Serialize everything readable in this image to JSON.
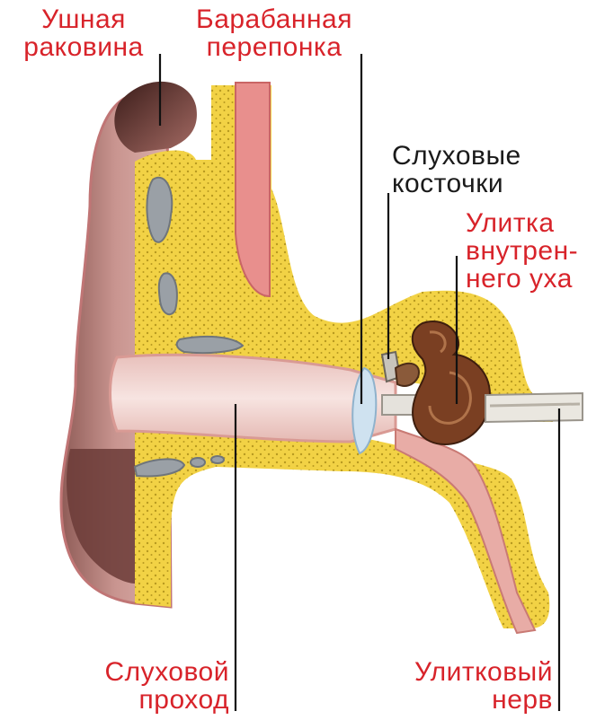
{
  "labels": {
    "auricle": {
      "line1": "Ушная",
      "line2": "раковина"
    },
    "eardrum": {
      "line1": "Барабанная",
      "line2": "перепонка"
    },
    "ossicles": {
      "line1": "Слуховые",
      "line2": "косточки"
    },
    "cochlea": {
      "line1": "Улитка",
      "line2": "внутрен-",
      "line3": "него уха"
    },
    "ear_canal": {
      "line1": "Слуховой",
      "line2": "проход"
    },
    "cochlear_nerve": {
      "line1": "Улитковый",
      "line2": "нерв"
    }
  },
  "colors": {
    "label_red": "#d8232a",
    "label_black": "#1a1a1a",
    "skin": "#c98f88",
    "skin_dark": "#8a5a55",
    "bone": "#f2d245",
    "bone_dots": "#b89a20",
    "canal": "#f3d7d3",
    "eardrum": "#cfe2f0",
    "cochlea": "#7a3f22",
    "cartilage": "#e88f8d"
  }
}
